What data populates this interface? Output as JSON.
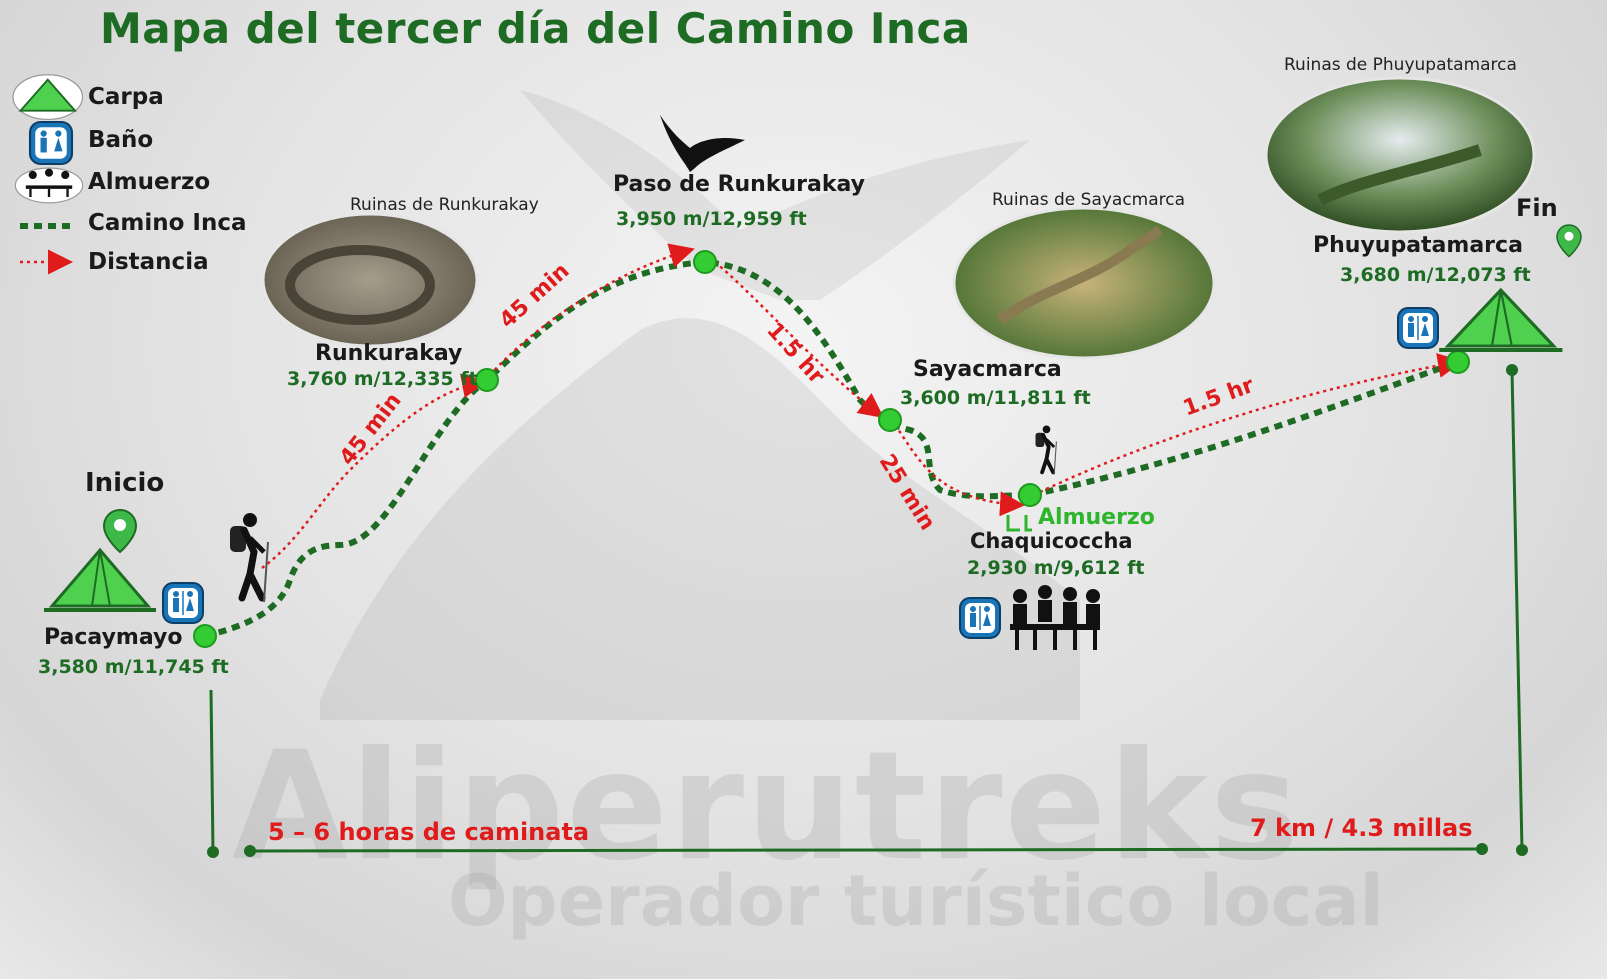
{
  "title": "Mapa del tercer día del Camino Inca",
  "legend": [
    {
      "icon": "tent-icon",
      "label": "Carpa"
    },
    {
      "icon": "restroom-icon",
      "label": "Baño"
    },
    {
      "icon": "lunch-icon",
      "label": "Almuerzo"
    },
    {
      "icon": "inca-trail-line-icon",
      "label": "Camino Inca"
    },
    {
      "icon": "distance-arrow-icon",
      "label": "Distancia"
    }
  ],
  "points": {
    "pacaymayo": {
      "name": "Pacaymayo",
      "elevation": "3,580 m/11,745 ft",
      "tag": "Inicio"
    },
    "runkurakay": {
      "name": "Runkurakay",
      "elevation": "3,760 m/12,335 ft",
      "ruins": "Ruinas de Runkurakay"
    },
    "paso": {
      "name": "Paso de Runkurakay",
      "elevation": "3,950 m/12,959 ft"
    },
    "sayacmarca": {
      "name": "Sayacmarca",
      "elevation": "3,600 m/11,811 ft",
      "ruins": "Ruinas de Sayacmarca"
    },
    "chaquicoccha": {
      "name": "Chaquicoccha",
      "elevation": "2,930 m/9,612 ft",
      "lunch": "Almuerzo"
    },
    "phuyupatamarca": {
      "name": "Phuyupatamarca",
      "elevation": "3,680 m/12,073 ft",
      "tag": "Fin",
      "ruins": "Ruinas de Phuyupatamarca"
    }
  },
  "durations": [
    "45 min",
    "45 min",
    "1.5 hr",
    "25 min",
    "1.5 hr"
  ],
  "summary": {
    "time": "5 – 6 horas de caminata",
    "distance": "7 km / 4.3 millas"
  },
  "watermark": {
    "brand": "Aliperutreks",
    "tagline": "Operador turístico local"
  },
  "colors": {
    "trail": "#1e6b24",
    "distance": "#e01b1b",
    "point": "#33cc33",
    "tent": "#4fd14f"
  }
}
